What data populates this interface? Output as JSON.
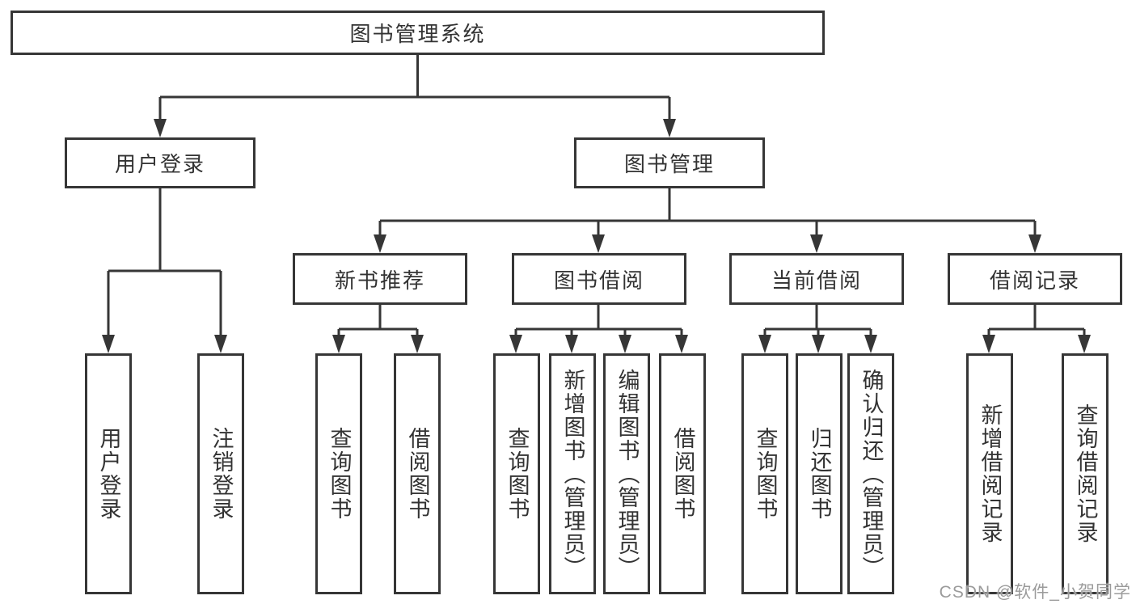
{
  "diagram": {
    "root": {
      "label": "图书管理系统"
    },
    "branches": [
      {
        "label": "用户登录",
        "children": [
          {
            "label": "用户登录"
          },
          {
            "label": "注销登录"
          }
        ]
      },
      {
        "label": "图书管理",
        "children": [
          {
            "label": "新书推荐",
            "children": [
              {
                "label": "查询图书"
              },
              {
                "label": "借阅图书"
              }
            ]
          },
          {
            "label": "图书借阅",
            "children": [
              {
                "label": "查询图书"
              },
              {
                "label": "新增图书（管理员）"
              },
              {
                "label": "编辑图书（管理员）"
              },
              {
                "label": "借阅图书"
              }
            ]
          },
          {
            "label": "当前借阅",
            "children": [
              {
                "label": "查询图书"
              },
              {
                "label": "归还图书"
              },
              {
                "label": "确认归还（管理员）"
              }
            ]
          },
          {
            "label": "借阅记录",
            "children": [
              {
                "label": "新增借阅记录"
              },
              {
                "label": "查询借阅记录"
              }
            ]
          }
        ]
      }
    ]
  },
  "watermark": {
    "text": "CSDN @软件_小贺同学"
  },
  "colors": {
    "line": "#363636",
    "text": "#333333",
    "background": "#ffffff",
    "watermark": "#9b9b9b"
  }
}
